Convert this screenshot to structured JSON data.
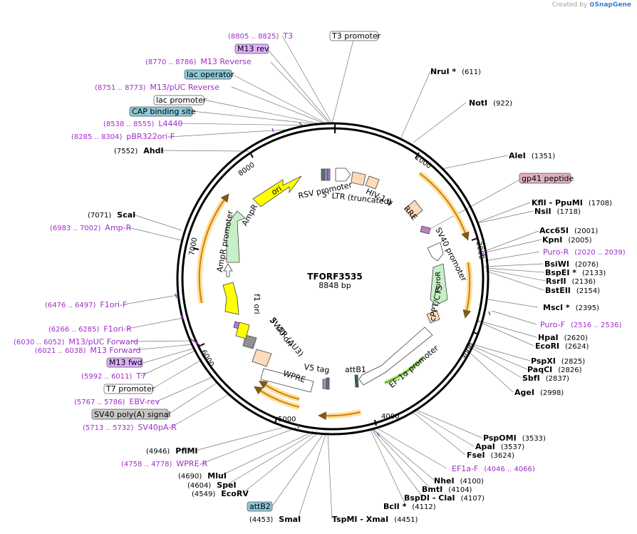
{
  "credit": {
    "prefix": "Created by",
    "brand": "SnapGene"
  },
  "plasmid": {
    "name": "TFORF3535",
    "length": "8848 bp"
  },
  "ticks": [
    "1000",
    "2000",
    "3000",
    "4000",
    "5000",
    "6000",
    "7000",
    "8000"
  ],
  "enzymes": [
    {
      "name": "NruI *",
      "pos": "(611)"
    },
    {
      "name": "NotI",
      "pos": "(922)"
    },
    {
      "name": "AleI",
      "pos": "(1351)"
    },
    {
      "name": "KflI  - PpuMI",
      "pos": "(1708)"
    },
    {
      "name": "NsiI",
      "pos": "(1718)"
    },
    {
      "name": "Acc65I",
      "pos": "(2001)"
    },
    {
      "name": "KpnI",
      "pos": "(2005)"
    },
    {
      "name": "BsiWI",
      "pos": "(2076)"
    },
    {
      "name": "BspEI *",
      "pos": "(2133)"
    },
    {
      "name": "RsrII",
      "pos": "(2136)"
    },
    {
      "name": "BstEII",
      "pos": "(2154)"
    },
    {
      "name": "MscI *",
      "pos": "(2395)"
    },
    {
      "name": "HpaI",
      "pos": "(2620)"
    },
    {
      "name": "EcoRI",
      "pos": "(2624)"
    },
    {
      "name": "PspXI",
      "pos": "(2825)"
    },
    {
      "name": "PaqCI",
      "pos": "(2826)"
    },
    {
      "name": "SbfI",
      "pos": "(2837)"
    },
    {
      "name": "AgeI",
      "pos": "(2998)"
    },
    {
      "name": "PspOMI",
      "pos": "(3533)"
    },
    {
      "name": "ApaI",
      "pos": "(3537)"
    },
    {
      "name": "FseI",
      "pos": "(3624)"
    },
    {
      "name": "NheI",
      "pos": "(4100)"
    },
    {
      "name": "BmtI",
      "pos": "(4104)"
    },
    {
      "name": "BspDI  - ClaI",
      "pos": "(4107)"
    },
    {
      "name": "BclI *",
      "pos": "(4112)"
    },
    {
      "name": "TspMI  - XmaI",
      "pos": "(4451)"
    },
    {
      "name": "SmaI",
      "pos": "(4453)"
    },
    {
      "name": "EcoRV",
      "pos": "(4549)"
    },
    {
      "name": "SpeI",
      "pos": "(4604)"
    },
    {
      "name": "MluI",
      "pos": "(4690)"
    },
    {
      "name": "PflMI",
      "pos": "(4946)"
    },
    {
      "name": "ScaI",
      "pos": "(7071)"
    },
    {
      "name": "AhdI",
      "pos": "(7552)"
    }
  ],
  "primers": [
    {
      "range": "(8805 .. 8825)",
      "name": "T3"
    },
    {
      "range": "(8770 .. 8786)",
      "name": "M13 Reverse"
    },
    {
      "range": "(8751 .. 8773)",
      "name": "M13/pUC Reverse"
    },
    {
      "range": "(8538 .. 8555)",
      "name": "L4440"
    },
    {
      "range": "(8285 .. 8304)",
      "name": "pBR322ori-F"
    },
    {
      "range": "(6983 .. 7002)",
      "name": "Amp-R"
    },
    {
      "range": "(6476 .. 6497)",
      "name": "F1ori-F"
    },
    {
      "range": "(6266 .. 6285)",
      "name": "F1ori-R"
    },
    {
      "range": "(6030 .. 6052)",
      "name": "M13/pUC Forward"
    },
    {
      "range": "(6021 .. 6038)",
      "name": "M13 Forward"
    },
    {
      "range": "(5992 .. 6011)",
      "name": "T7"
    },
    {
      "range": "(5767 .. 5786)",
      "name": "EBV-rev"
    },
    {
      "range": "(5713 .. 5732)",
      "name": "SV40pA-R"
    },
    {
      "range": "(4758 .. 4778)",
      "name": "WPRE-R"
    },
    {
      "name": "Puro-R",
      "range": "(2020 .. 2039)"
    },
    {
      "name": "Puro-F",
      "range": "(2516 .. 2536)"
    },
    {
      "name": "EF1a-F",
      "range": "(4046 .. 4066)"
    }
  ],
  "boxed": {
    "t3_promoter": "T3 promoter",
    "m13_rev": "M13 rev",
    "lac_operator": "lac operator",
    "lac_promoter": "lac promoter",
    "cap_site": "CAP binding site",
    "gp41": "gp41 peptide",
    "m13_fwd": "M13 fwd",
    "t7_promoter": "T7 promoter",
    "sv40_polya": "SV40 poly(A) signal",
    "attb2": "attB2"
  },
  "features": {
    "rsv": "RSV promoter",
    "ltr5": "5' LTR (truncated)",
    "hiv": "HIV-1 ψ",
    "rre": "RRE",
    "sv40p": "SV40 promoter",
    "puror": "PuroR",
    "cppt": "cPPT/CTS",
    "ef1a": "EF-1α promoter",
    "attb1": "attB1",
    "v5": "V5 tag",
    "wpre": "WPRE",
    "ltr3": "3' LTR (ΔU3)",
    "sv40ori": "SV40 ori",
    "f1ori": "f1 ori",
    "amprp": "AmpR promoter",
    "ampr": "AmpR",
    "ori": "ori"
  },
  "colors": {
    "primer": "#a02dc8",
    "orf": "#f0a030",
    "amp": "#c8f0c8",
    "ori": "#ffff00",
    "ltr": "#ffdab9",
    "box_blue": "#8ec8d8",
    "box_purple": "#e0b0ff",
    "box_pink": "#e0b0c0",
    "box_gray": "#c8c8c8"
  }
}
